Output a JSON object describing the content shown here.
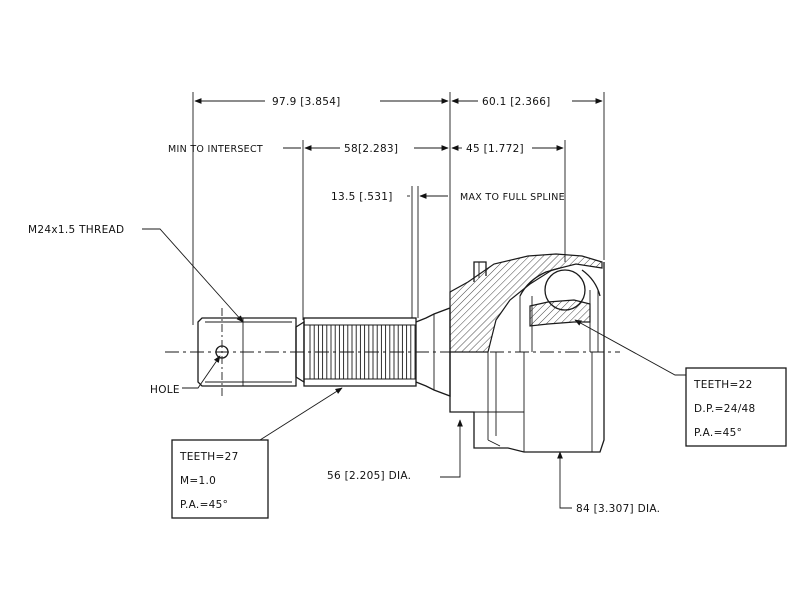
{
  "dimensions": {
    "overall_left": "97.9 [3.854]",
    "overall_right": "60.1 [2.366]",
    "min_to_intersect": "MIN TO INTERSECT",
    "spline_length": "58[2.283]",
    "right_45": "45 [1.772]",
    "small_13_5": "13.5 [.531]",
    "max_full_spline": "MAX TO FULL SPLINE",
    "thread": "M24x1.5 THREAD",
    "hole": "HOLE",
    "dia_56": "56 [2.205] DIA.",
    "dia_84": "84 [3.307] DIA."
  },
  "spec_left": {
    "teeth": "TEETH=27",
    "module": "M=1.0",
    "pa": "P.A.=45°"
  },
  "spec_right": {
    "teeth": "TEETH=22",
    "dp": "D.P.=24/48",
    "pa": "P.A.=45°"
  }
}
